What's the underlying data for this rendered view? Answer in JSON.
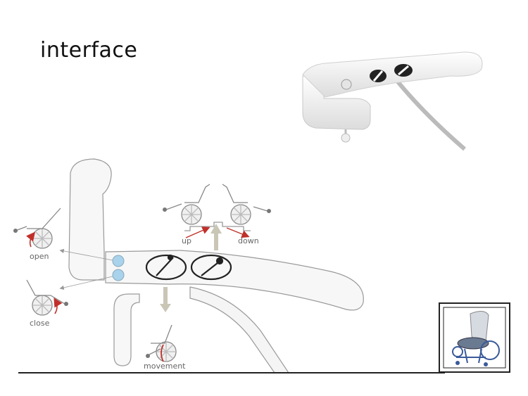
{
  "page": {
    "title": "interface"
  },
  "labels": {
    "open": "open",
    "close": "close",
    "up": "up",
    "down": "down",
    "movement": "movement"
  },
  "colors": {
    "button_blue": "#a9d2ec",
    "arrow_red": "#c0302a",
    "arrow_grey": "#c9c6b6",
    "handle_fill": "#f7f7f7",
    "outline": "#9a9a9a"
  }
}
